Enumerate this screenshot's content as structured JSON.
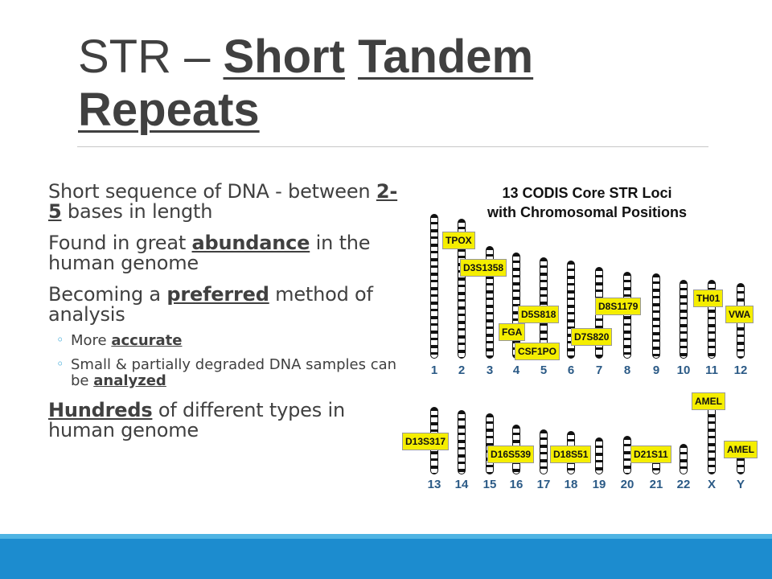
{
  "slide": {
    "title_prefix": "STR – ",
    "title_w1": "Short",
    "title_w2": "Tandem",
    "title_w3": "Repeats"
  },
  "bullets": {
    "b1_a": "Short sequence of DNA - between ",
    "b1_u": "2-5",
    "b1_b": " bases in length",
    "b2_a": "Found in great ",
    "b2_u": "abundance",
    "b2_b": " in the human genome",
    "b3_a": "Becoming a ",
    "b3_u": "preferred",
    "b3_b": " method of analysis",
    "s1_a": "More ",
    "s1_u": "accurate",
    "s2_a": "Small & partially degraded DNA samples can be ",
    "s2_u": "analyzed",
    "b4_u": "Hundreds",
    "b4_b": " of different types in human genome",
    "sub_marker": "◦"
  },
  "figure": {
    "title_line1": "13 CODIS Core STR Loci",
    "title_line2": "with Chromosomal Positions",
    "row1_numbers": [
      "1",
      "2",
      "3",
      "4",
      "5",
      "6",
      "7",
      "8",
      "9",
      "10",
      "11",
      "12"
    ],
    "row2_numbers": [
      "13",
      "14",
      "15",
      "16",
      "17",
      "18",
      "19",
      "20",
      "21",
      "22",
      "X",
      "Y"
    ],
    "loci": {
      "tpox": "TPOX",
      "d3s1358": "D3S1358",
      "d5s818": "D5S818",
      "fga": "FGA",
      "csf1po": "CSF1PO",
      "d7s820": "D7S820",
      "d8s1179": "D8S1179",
      "th01": "TH01",
      "vwa": "VWA",
      "amel_x": "AMEL",
      "d13s317": "D13S317",
      "d16s539": "D16S539",
      "d18s51": "D18S51",
      "d21s11": "D21S11",
      "amel_y": "AMEL"
    },
    "label_color": "#f5ee00",
    "number_color": "#2b5a86"
  },
  "theme": {
    "accent": "#1c8ccf",
    "accent_light": "#4fb4e3"
  }
}
